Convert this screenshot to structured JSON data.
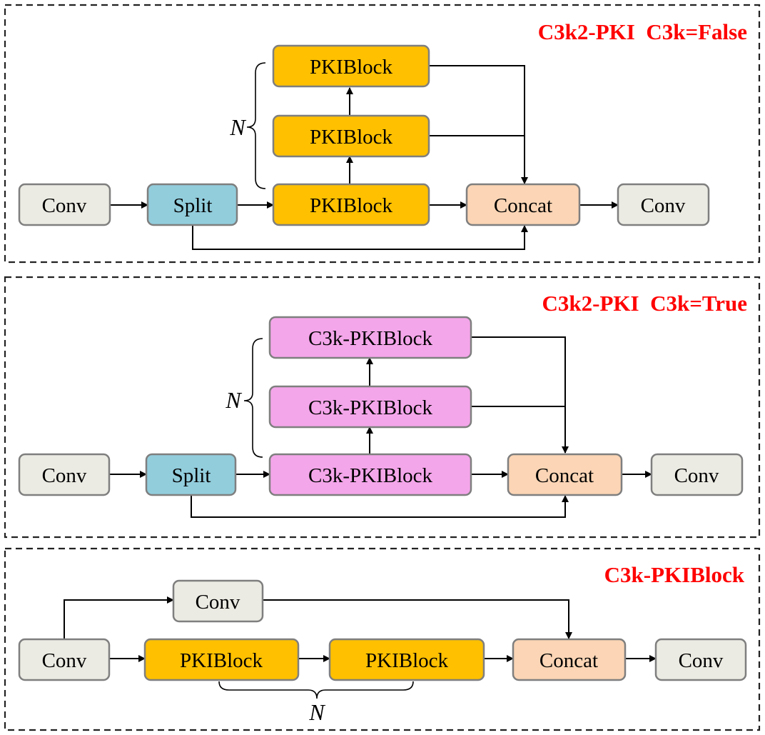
{
  "diagram": {
    "panel1": {
      "title": "C3k2-PKI  C3k=False",
      "conv_in": "Conv",
      "split": "Split",
      "block_top": "PKIBlock",
      "block_mid": "PKIBlock",
      "block_bot": "PKIBlock",
      "concat": "Concat",
      "conv_out": "Conv",
      "n_label": "N"
    },
    "panel2": {
      "title": "C3k2-PKI  C3k=True",
      "conv_in": "Conv",
      "split": "Split",
      "block_top": "C3k-PKIBlock",
      "block_mid": "C3k-PKIBlock",
      "block_bot": "C3k-PKIBlock",
      "concat": "Concat",
      "conv_out": "Conv",
      "n_label": "N"
    },
    "panel3": {
      "title": "C3k-PKIBlock",
      "conv_top": "Conv",
      "conv_in": "Conv",
      "block1": "PKIBlock",
      "block2": "PKIBlock",
      "concat": "Concat",
      "conv_out": "Conv",
      "n_label": "N"
    }
  },
  "colors": {
    "conv": "#ecebe3",
    "split": "#92cddc",
    "pkiblock": "#ffc000",
    "c3k_pkiblock": "#f4a6ea",
    "concat": "#fbd5b5",
    "title": "#ff0000",
    "border": "#7f7f7f"
  }
}
